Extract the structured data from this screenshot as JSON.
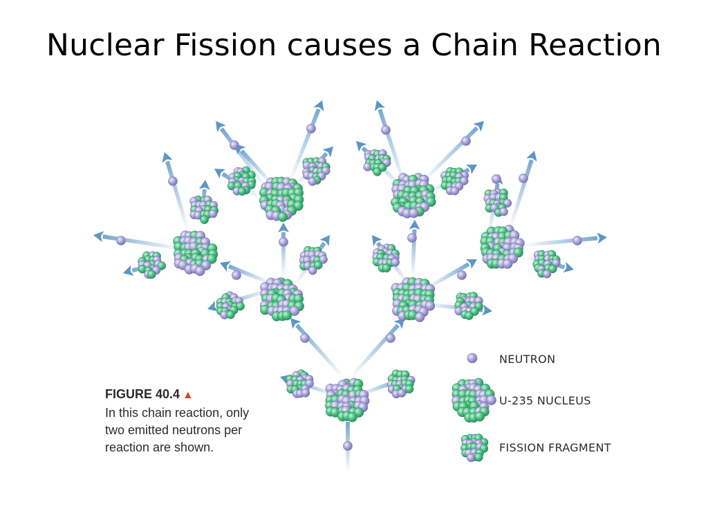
{
  "title": "Nuclear Fission causes a Chain Reaction",
  "figure": {
    "label": "FIGURE 40.4",
    "caption": "In this chain reaction, only two emitted neutrons per reaction are shown."
  },
  "legend": [
    {
      "symbol": "neutron",
      "label": "NEUTRON"
    },
    {
      "symbol": "nucleus",
      "label": "U-235 NUCLEUS"
    },
    {
      "symbol": "fragment",
      "label": "FISSION FRAGMENT"
    }
  ],
  "colors": {
    "neutron": "#b3aedb",
    "nucleus_green": "#4fc287",
    "nucleus_purple": "#a9a4d8",
    "arrow": "#6fa3cd",
    "triangle": "#d8452b"
  }
}
